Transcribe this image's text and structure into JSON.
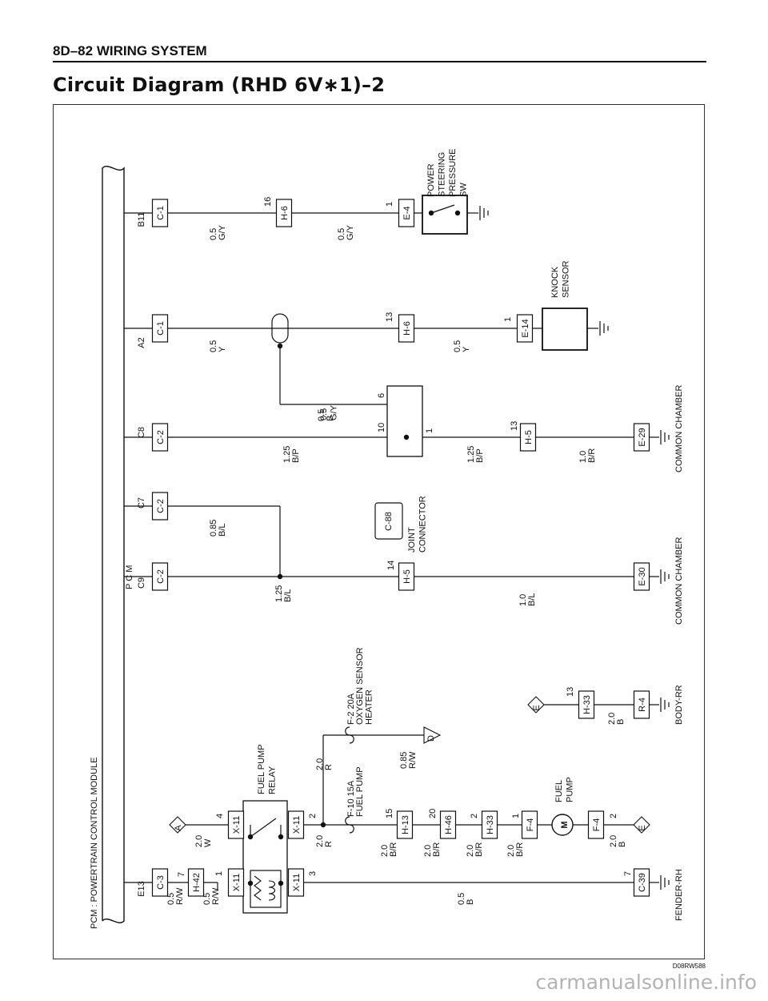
{
  "header": {
    "section": "8D–82   WIRING SYSTEM",
    "title": "Circuit Diagram (RHD 6V∗1)–2"
  },
  "figure_ref": "D08RW588",
  "watermark": "carmanualsonline.info",
  "pcm": {
    "full": "PCM : POWERTRAIN CONTROL MODULE",
    "abbr": "P  C  M"
  },
  "pins": [
    "E13",
    "C9",
    "C7",
    "C8",
    "A2",
    "B11"
  ],
  "connectors": {
    "c3": "C-3",
    "c2": "C-2",
    "c1": "C-1",
    "h42": "H-42",
    "x11": "X-11",
    "h13": "H-13",
    "h46": "H-46",
    "h33": "H-33",
    "f4": "F-4",
    "c39": "C-39",
    "r4": "R-4",
    "h5": "H-5",
    "e30": "E-30",
    "c88": "C-88",
    "e29": "E-29",
    "h6": "H-6",
    "e14": "E-14",
    "e4": "E-4"
  },
  "wires": {
    "w05rw": "0.5\nR/W",
    "w20w": "2.0\nW",
    "w05b": "0.5\nB",
    "w20r": "2.0\nR",
    "w20br": "2.0\nB/R",
    "w085rw": "0.85\nR/W",
    "w20b": "2.0\nB",
    "w125bl": "1.25\nB/L",
    "w10bl": "1.0\nB/L",
    "w085bl": "0.85\nB/L",
    "w125bp": "1.25\nB/P",
    "w10br": "1.0\nB/R",
    "w05y": "0.5\nY",
    "w05gy": "0.5\nG/Y"
  },
  "pin_numbers": [
    "7",
    "1",
    "4",
    "3",
    "2",
    "15",
    "20",
    "2",
    "1",
    "2",
    "7",
    "13",
    "14",
    "10",
    "6",
    "1",
    "13",
    "13",
    "1",
    "16",
    "1"
  ],
  "components": {
    "relay": "FUEL PUMP\nRELAY",
    "pump": "FUEL\nPUMP",
    "motor": "M",
    "fuse1": "F-10 15A\nFUEL PUMP",
    "fuse2": "F-2 20A\nOXYGEN SENSOR\nHEATER",
    "joint": "JOINT\nCONNECTOR",
    "knock": "KNOCK\nSENSOR",
    "ps": "POWER\nSTEERING\nPRESSURE\nSW"
  },
  "grounds": {
    "fender": "FENDER-RH",
    "body": "BODY-RR",
    "common1": "COMMON CHAMBER",
    "common2": "COMMON CHAMBER"
  },
  "refs": {
    "a": "A",
    "d": "D",
    "e1": "E",
    "e2": "E"
  }
}
